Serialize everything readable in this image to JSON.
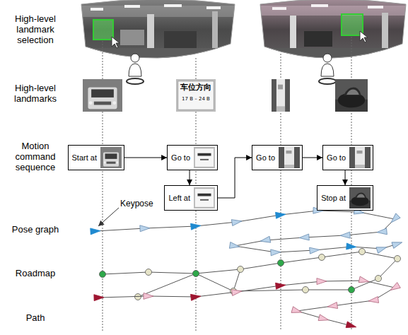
{
  "diagram": {
    "nodes": [
      {
        "text": [
          "Start at"
        ]
      },
      {
        "text": [
          "Go to"
        ]
      },
      {
        "text": [
          "Left at"
        ]
      },
      {
        "text": [
          "Go to"
        ]
      },
      {
        "text": [
          "Go to"
        ]
      },
      {
        "text": [
          "Stop at"
        ]
      }
    ],
    "edges": [
      {
        "from": 0,
        "to": 1,
        "arrow": "to"
      },
      {
        "from": 1,
        "to": 2,
        "arrow": "to"
      },
      {
        "from": 2,
        "to": 3,
        "arrow": "to"
      },
      {
        "from": 3,
        "to": 4,
        "arrow": "to"
      },
      {
        "from": 4,
        "to": 5,
        "arrow": "to"
      }
    ],
    "labels": [
      "High-level landmark selection",
      "High-level landmarks",
      "Motion command sequence",
      "Pose graph",
      "Roadmap",
      "Path",
      "Keypose",
      "车位方向",
      "17 B – 24 B"
    ]
  }
}
